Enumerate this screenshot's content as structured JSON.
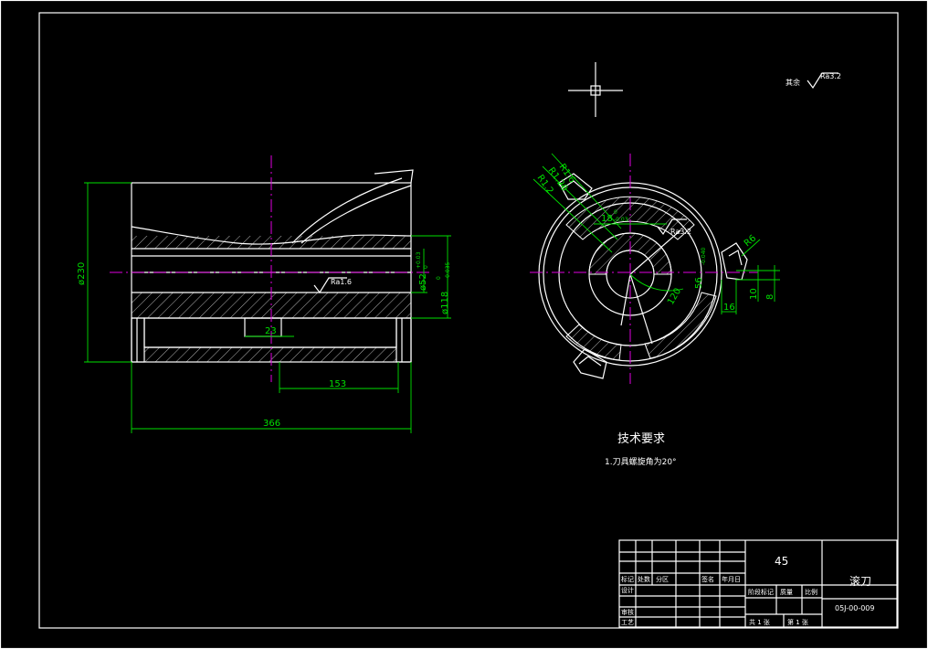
{
  "drawing": {
    "front_view": {
      "dim_diameter_230": "ø230",
      "dim_length_366": "366",
      "dim_153": "153",
      "dim_23": "23",
      "dim_bore_52": "ø52",
      "dim_bore_52_tol_upper": "+0.03",
      "dim_bore_52_tol_lower": "0",
      "dim_118": "ø118",
      "dim_118_tol_upper": "0",
      "dim_118_tol_lower": "-0.035",
      "roughness_1": "Ra1.6"
    },
    "side_view": {
      "dim_18": "18",
      "dim_18_tol_upper": "0",
      "dim_18_tol_lower": "-0.03",
      "roughness_2": "Ra3.2",
      "dim_r16": "R1.6",
      "dim_r20": "R1.20",
      "dim_r12": "R1.2",
      "dim_56": "56",
      "dim_56_tol": "-0.040",
      "dim_120": "120",
      "dim_r6": "R6",
      "dim_10": "10",
      "dim_8": "8",
      "dim_16": "16"
    },
    "surface_note": {
      "label": "其余",
      "value": "Ra3.2"
    },
    "technical_requirements": {
      "title": "技术要求",
      "item_1": "1.刀具螺旋角为20°"
    },
    "title_block": {
      "material": "45",
      "part_name": "滚刀",
      "drawing_number": "05J-00-009",
      "cols_row1": [
        "标记",
        "处数",
        "分区"
      ],
      "cols_row1_right": [
        "签名",
        "年月日"
      ],
      "designer": "设计",
      "reviewer": "审核",
      "process": "工艺",
      "stage_mark": "阶段标记",
      "weight": "质量",
      "scale": "比例",
      "sheets_total": "共 1 张",
      "sheet_no": "第 1 张"
    }
  }
}
